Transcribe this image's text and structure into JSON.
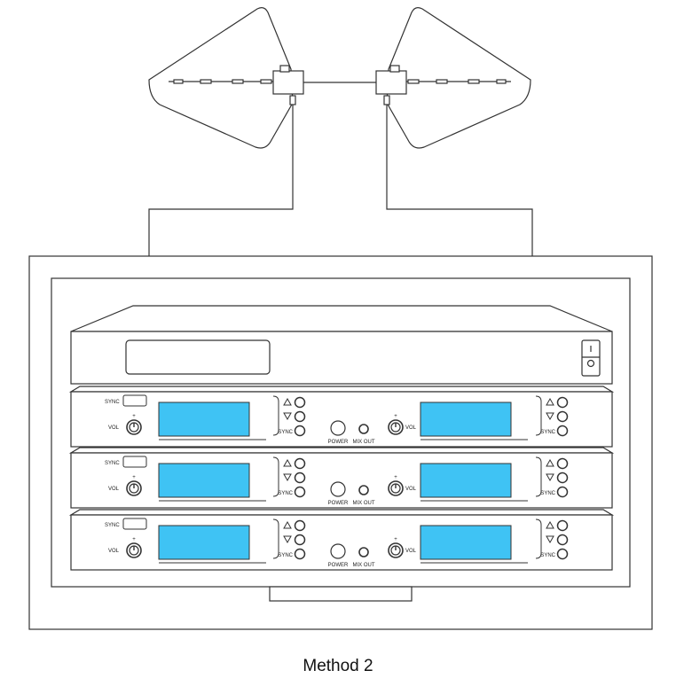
{
  "caption": "Method 2",
  "colors": {
    "display": "#3fc3f4",
    "line": "#333333",
    "background": "#ffffff"
  },
  "icons": {
    "up": "triangle-up-icon",
    "down": "triangle-down-icon",
    "knob": "volume-knob-icon",
    "antenna": "log-periodic-antenna-icon"
  },
  "distributor": {},
  "receivers": [
    {
      "left_channel": {
        "sync_label": "SYNC",
        "vol_label": "VOL",
        "sync_button_label": "SYNC"
      },
      "power_label": "POWER",
      "mixout_label": "MIX OUT",
      "right_channel": {
        "vol_label": "VOL",
        "sync_button_label": "SYNC"
      }
    },
    {
      "left_channel": {
        "sync_label": "SYNC",
        "vol_label": "VOL",
        "sync_button_label": "SYNC"
      },
      "power_label": "POWER",
      "mixout_label": "MIX OUT",
      "right_channel": {
        "vol_label": "VOL",
        "sync_button_label": "SYNC"
      }
    },
    {
      "left_channel": {
        "sync_label": "SYNC",
        "vol_label": "VOL",
        "sync_button_label": "SYNC"
      },
      "power_label": "POWER",
      "mixout_label": "MIX OUT",
      "right_channel": {
        "vol_label": "VOL",
        "sync_button_label": "SYNC"
      }
    }
  ]
}
